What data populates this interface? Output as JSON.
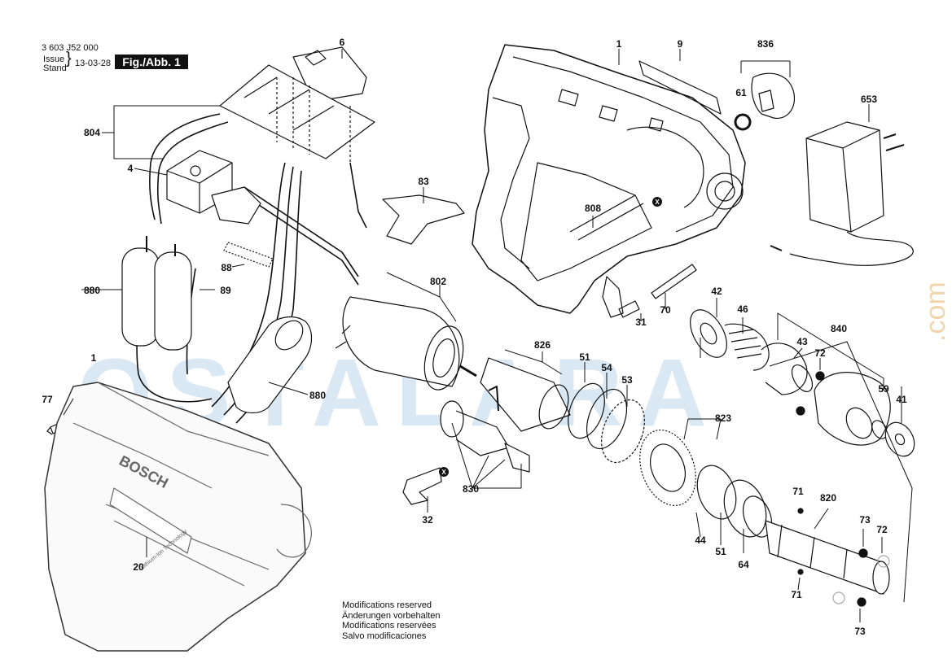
{
  "header": {
    "doc_number": "3 603 J52 000",
    "issue_label": "Issue",
    "stand_label": "Stand",
    "issue_date": "13-03-28",
    "figure_label": "Fig./Abb. 1"
  },
  "watermark": {
    "text": "OSTALARA",
    "suffix": ".com"
  },
  "notes": [
    "Modifications reserved",
    "Änderungen vorbehalten",
    "Modifications reservées",
    "Salvo modificaciones"
  ],
  "housing_text": {
    "brand": "BOSCH",
    "battery_tag": "Lithium-Ion Technology"
  },
  "part_labels": {
    "p1": "1",
    "p9": "9",
    "p836": "836",
    "p6": "6",
    "p61": "61",
    "p653": "653",
    "p804": "804",
    "p4": "4",
    "p83": "83",
    "p808": "808",
    "p88": "88",
    "p880a": "880",
    "p89": "89",
    "p802": "802",
    "p70": "70",
    "p31": "31",
    "p42": "42",
    "p46": "46",
    "p840": "840",
    "p43": "43",
    "p72a": "72",
    "p59": "59",
    "p41": "41",
    "p1b": "1",
    "p77": "77",
    "p880b": "880",
    "p826": "826",
    "p51a": "51",
    "p54": "54",
    "p53": "53",
    "p823": "823",
    "p830": "830",
    "p32": "32",
    "p20": "20",
    "p71a": "71",
    "p820": "820",
    "p44": "44",
    "p51b": "51",
    "p64": "64",
    "p73a": "73",
    "p72b": "72",
    "p71b": "71",
    "p73b": "73"
  },
  "markers": {
    "x": "X"
  }
}
